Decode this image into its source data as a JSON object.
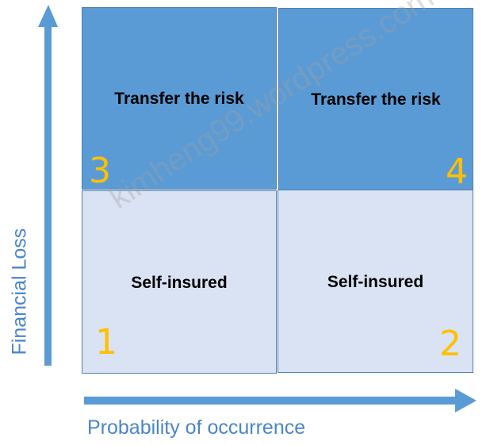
{
  "colors": {
    "high_loss": "#5b9bd5",
    "low_loss": "#dae3f3",
    "number": "#ffc000",
    "axis": "#5b9bd5"
  },
  "quadrants": [
    {
      "number": "3",
      "label": "Transfer the risk"
    },
    {
      "number": "4",
      "label": "Transfer the risk"
    },
    {
      "number": "1",
      "label": "Self-insured"
    },
    {
      "number": "2",
      "label": "Self-insured"
    }
  ],
  "axes": {
    "y_label": "Financial Loss",
    "x_label": "Probability of occurrence"
  },
  "watermark": "kimheng99.wordpress.com"
}
